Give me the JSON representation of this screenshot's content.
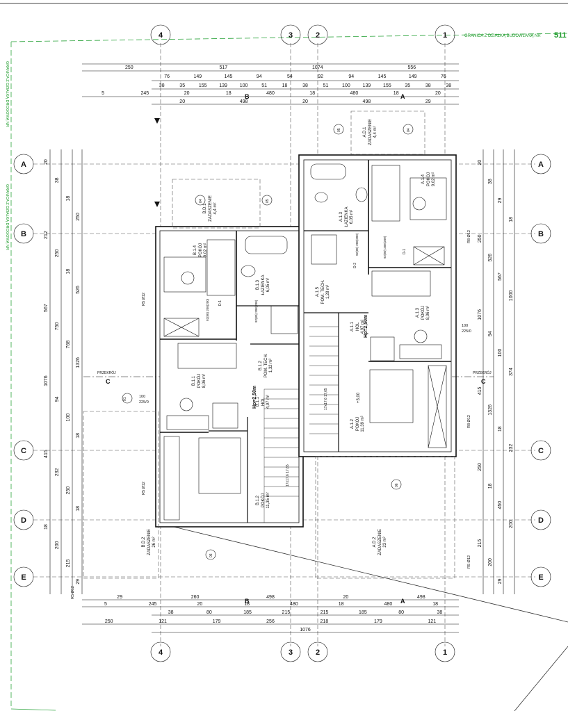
{
  "header": {
    "border_label": "GRANICA Z DZIAŁKĄ BUDOWLANĄ NR",
    "border_number": "511",
    "left_label_1": "GRANICA Z DZIAŁKĄ DROGOWĄ NR",
    "left_label_2": "GRANICA Z DZIAŁKĄ DROGOWĄ NR"
  },
  "axes": {
    "vertical": [
      "4",
      "3",
      "2",
      "1"
    ],
    "horizontal": [
      "A",
      "B",
      "C",
      "D",
      "E"
    ]
  },
  "section_marks": {
    "b": "B",
    "a": "A",
    "c": "C",
    "label": "PRZEKRÓJ"
  },
  "top_dims": {
    "row1": [
      "250",
      "517",
      "1074",
      "556"
    ],
    "row2": [
      "76",
      "149",
      "145",
      "94",
      "54",
      "92",
      "94",
      "145",
      "149",
      "76"
    ],
    "row3": [
      "38",
      "35",
      "155",
      "139",
      "100",
      "51",
      "18",
      "38",
      "51",
      "100",
      "139",
      "155",
      "35",
      "38",
      "38"
    ],
    "row4": [
      "5",
      "245",
      "20",
      "18",
      "480",
      "18",
      "480",
      "18",
      "20"
    ],
    "row5": [
      "20",
      "498",
      "20",
      "498",
      "29"
    ]
  },
  "bottom_dims": {
    "row1": [
      "29",
      "260",
      "498",
      "20",
      "498"
    ],
    "row2": [
      "5",
      "245",
      "20",
      "18",
      "480",
      "18",
      "480",
      "18"
    ],
    "row3": [
      "38",
      "80",
      "185",
      "215",
      "215",
      "185",
      "80",
      "38"
    ],
    "row4": [
      "250",
      "121",
      "179",
      "256",
      "218",
      "179",
      "121"
    ],
    "row5": [
      "1076"
    ]
  },
  "left_dims": [
    "20",
    "38",
    "18",
    "250",
    "212",
    "250",
    "18",
    "526",
    "567",
    "750",
    "768",
    "1326",
    "1076",
    "94",
    "100",
    "18",
    "415",
    "232",
    "250",
    "18",
    "18",
    "200",
    "215",
    "29"
  ],
  "right_dims": [
    "20",
    "38",
    "29",
    "18",
    "250",
    "526",
    "567",
    "1000",
    "1076",
    "94",
    "100",
    "374",
    "415",
    "1326",
    "18",
    "232",
    "250",
    "18",
    "450",
    "200",
    "215",
    "200",
    "29"
  ],
  "rooms": [
    {
      "id": "B.1.4",
      "name": "POKÓJ",
      "area": "9,02 m²"
    },
    {
      "id": "B.1.3",
      "name": "ŁAZIENKA",
      "area": "6,05 m²"
    },
    {
      "id": "B.1.2",
      "name": "POM. TECH.",
      "area": "1,32 m²"
    },
    {
      "id": "B.1.1",
      "name": "POKÓJ",
      "area": "8,06 m²"
    },
    {
      "id": "B.1.1",
      "name": "HOL",
      "area": "4,97 m²"
    },
    {
      "id": "B.1.2",
      "name": "POKÓJ",
      "area": "11,35 m²"
    },
    {
      "id": "B.D.1",
      "name": "ZADASZENIE",
      "area": "4,4 m²"
    },
    {
      "id": "B.D.2",
      "name": "ZADASZENIE",
      "area": "26 m²"
    },
    {
      "id": "A.1.4",
      "name": "POKÓJ",
      "area": "9,02 m²"
    },
    {
      "id": "A.1.3",
      "name": "ŁAZIENKA",
      "area": "6,05 m²"
    },
    {
      "id": "A.1.5",
      "name": "POM. TECH.",
      "area": "1,28 m²"
    },
    {
      "id": "A.1.3",
      "name": "POKÓJ",
      "area": "8,06 m²"
    },
    {
      "id": "A.1.1",
      "name": "HOL",
      "area": "4,97 m²"
    },
    {
      "id": "A.1.2",
      "name": "POKÓJ",
      "area": "11,39 m²"
    },
    {
      "id": "A.D.1",
      "name": "ZADASZENIE",
      "area": "4,4 m²"
    },
    {
      "id": "A.D.2",
      "name": "ZADASZENIE",
      "area": "23 m²"
    }
  ],
  "annotations": {
    "hp_left": "Hp=2,50m",
    "hp_right": "Hp=2,50m",
    "level": "+3,00",
    "stairs_left": "17x17,6 17,65",
    "stairs_right": "17x17,6 17,65",
    "door_label": "92(80) 208(200)",
    "door_d1": "D-1",
    "door_d2": "D-2",
    "window_01": "01",
    "window_02": "02",
    "window_03": "03",
    "window_04": "04",
    "window_05": "05",
    "window_06": "06",
    "win_100": "100",
    "win_225": "225/0",
    "r5": "R5 Ø12",
    "r8": "R8 Ø12"
  }
}
